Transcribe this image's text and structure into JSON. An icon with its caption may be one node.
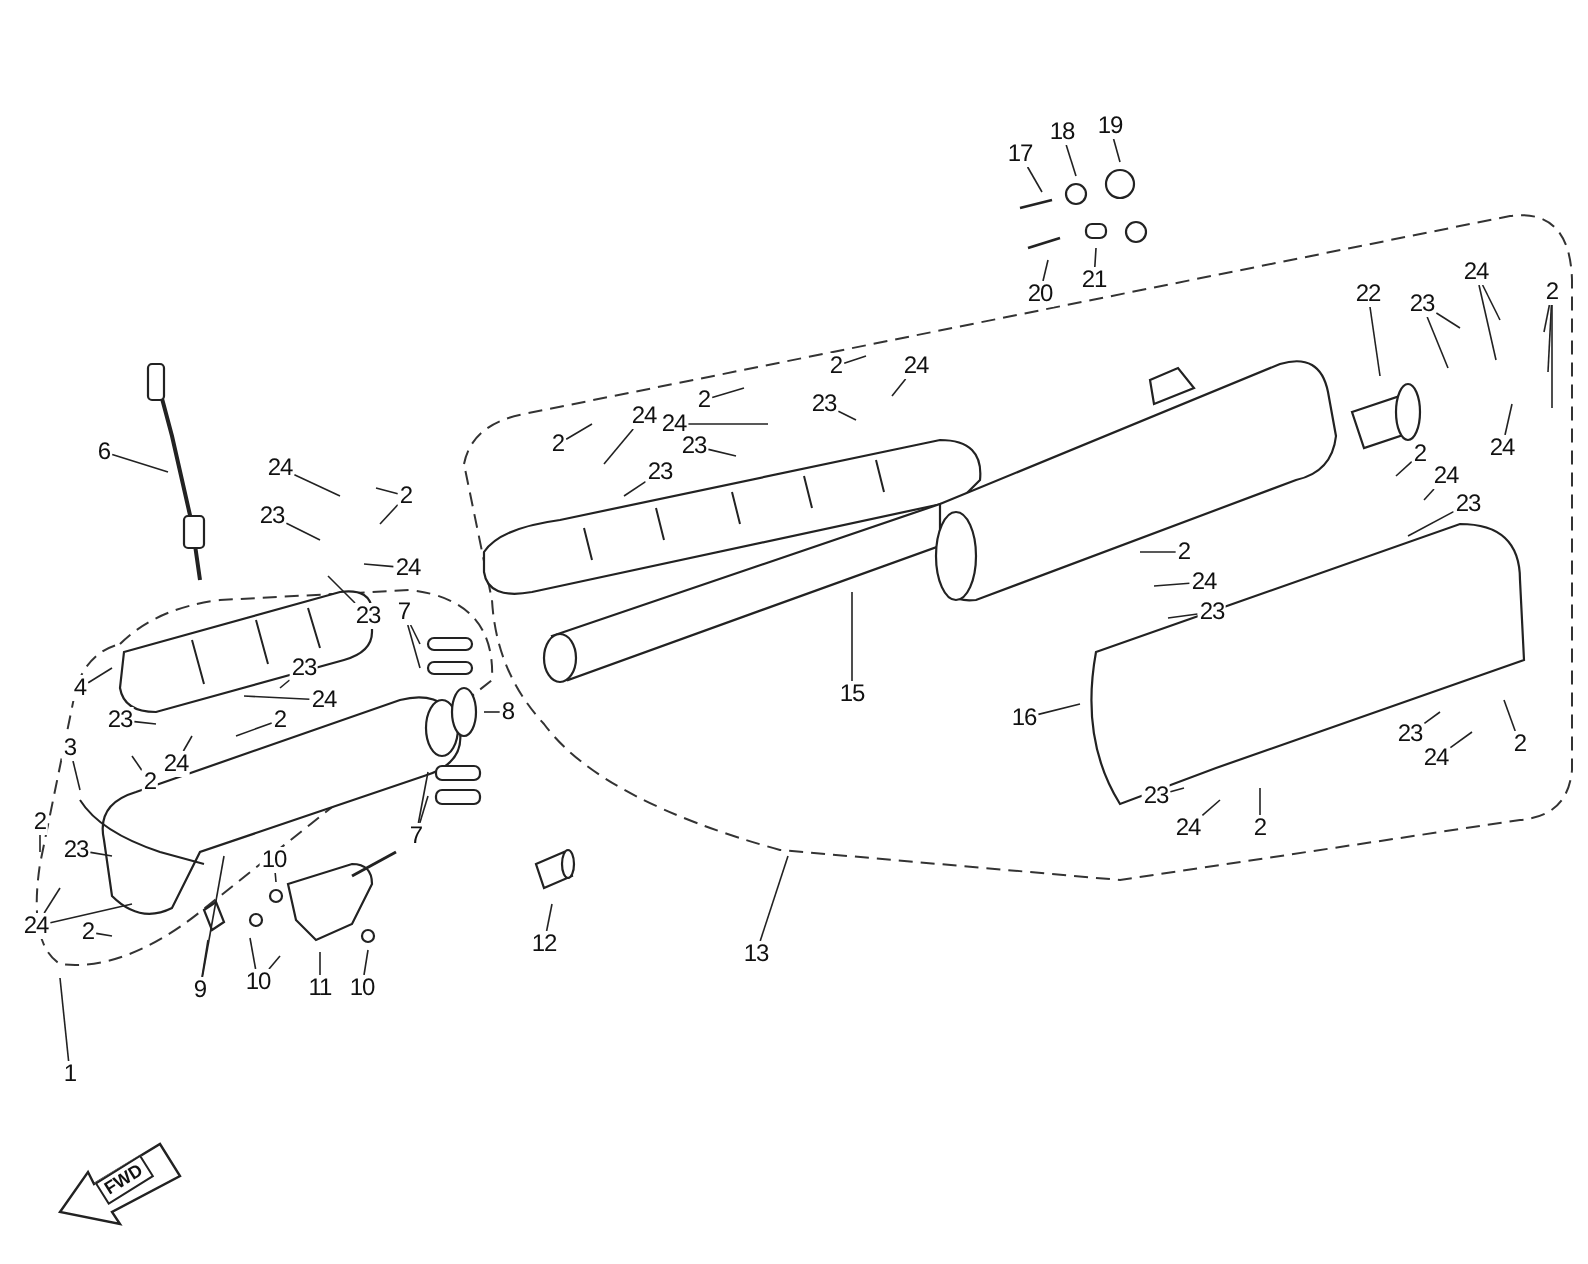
{
  "diagram": {
    "nodes": [
      {
        "text": [
          "17"
        ]
      },
      {
        "text": [
          "18"
        ]
      },
      {
        "text": [
          "19"
        ]
      },
      {
        "text": [
          "20"
        ]
      },
      {
        "text": [
          "21"
        ]
      },
      {
        "text": [
          "24"
        ]
      },
      {
        "text": [
          "2"
        ]
      },
      {
        "text": [
          "22"
        ]
      },
      {
        "text": [
          "23"
        ]
      },
      {
        "text": [
          "2"
        ]
      },
      {
        "text": [
          "24"
        ]
      },
      {
        "text": [
          "23"
        ]
      },
      {
        "text": [
          "2"
        ]
      },
      {
        "text": [
          "24"
        ]
      },
      {
        "text": [
          "23"
        ]
      },
      {
        "text": [
          "2"
        ]
      },
      {
        "text": [
          "24"
        ]
      },
      {
        "text": [
          "23"
        ]
      },
      {
        "text": [
          "6"
        ]
      },
      {
        "text": [
          "24"
        ]
      },
      {
        "text": [
          "2"
        ]
      },
      {
        "text": [
          "23"
        ]
      },
      {
        "text": [
          "24"
        ]
      },
      {
        "text": [
          "23"
        ]
      },
      {
        "text": [
          "2"
        ]
      },
      {
        "text": [
          "24"
        ]
      },
      {
        "text": [
          "23"
        ]
      },
      {
        "text": [
          "24"
        ]
      },
      {
        "text": [
          "2"
        ]
      },
      {
        "text": [
          "24"
        ]
      },
      {
        "text": [
          "23"
        ]
      },
      {
        "text": [
          "7"
        ]
      },
      {
        "text": [
          "4"
        ]
      },
      {
        "text": [
          "23"
        ]
      },
      {
        "text": [
          "8"
        ]
      },
      {
        "text": [
          "15"
        ]
      },
      {
        "text": [
          "16"
        ]
      },
      {
        "text": [
          "24"
        ]
      },
      {
        "text": [
          "2"
        ]
      },
      {
        "text": [
          "23"
        ]
      },
      {
        "text": [
          "23"
        ]
      },
      {
        "text": [
          "3"
        ]
      },
      {
        "text": [
          "24"
        ]
      },
      {
        "text": [
          "2"
        ]
      },
      {
        "text": [
          "24"
        ]
      },
      {
        "text": [
          "2"
        ]
      },
      {
        "text": [
          "23"
        ]
      },
      {
        "text": [
          "24"
        ]
      },
      {
        "text": [
          "2"
        ]
      },
      {
        "text": [
          "2"
        ]
      },
      {
        "text": [
          "7"
        ]
      },
      {
        "text": [
          "23"
        ]
      },
      {
        "text": [
          "10"
        ]
      },
      {
        "text": [
          "24"
        ]
      },
      {
        "text": [
          "2"
        ]
      },
      {
        "text": [
          "12"
        ]
      },
      {
        "text": [
          "13"
        ]
      },
      {
        "text": [
          "10"
        ]
      },
      {
        "text": [
          "9"
        ]
      },
      {
        "text": [
          "11"
        ]
      },
      {
        "text": [
          "10"
        ]
      },
      {
        "text": [
          "1"
        ]
      }
    ],
    "edges": [
      {
        "from": 0,
        "to": null,
        "arrow": "none"
      },
      {
        "from": 1,
        "to": null,
        "arrow": "none"
      },
      {
        "from": 2,
        "to": null,
        "arrow": "none"
      },
      {
        "from": 3,
        "to": null,
        "arrow": "none"
      },
      {
        "from": 4,
        "to": null,
        "arrow": "none"
      },
      {
        "from": 5,
        "to": null,
        "arrow": "none"
      },
      {
        "from": 5,
        "to": null,
        "arrow": "none"
      },
      {
        "from": 6,
        "to": null,
        "arrow": "none"
      },
      {
        "from": 6,
        "to": null,
        "arrow": "none"
      },
      {
        "from": 6,
        "to": null,
        "arrow": "none"
      },
      {
        "from": 7,
        "to": null,
        "arrow": "none"
      },
      {
        "from": 8,
        "to": null,
        "arrow": "none"
      },
      {
        "from": 8,
        "to": null,
        "arrow": "none"
      },
      {
        "from": 9,
        "to": null,
        "arrow": "none"
      },
      {
        "from": 10,
        "to": null,
        "arrow": "none"
      },
      {
        "from": 11,
        "to": null,
        "arrow": "none"
      },
      {
        "from": 12,
        "to": null,
        "arrow": "none"
      },
      {
        "from": 13,
        "to": null,
        "arrow": "none"
      },
      {
        "from": 14,
        "to": null,
        "arrow": "none"
      },
      {
        "from": 15,
        "to": null,
        "arrow": "none"
      },
      {
        "from": 16,
        "to": null,
        "arrow": "none"
      },
      {
        "from": 17,
        "to": null,
        "arrow": "none"
      },
      {
        "from": 18,
        "to": null,
        "arrow": "none"
      },
      {
        "from": 19,
        "to": null,
        "arrow": "none"
      },
      {
        "from": 20,
        "to": null,
        "arrow": "none"
      },
      {
        "from": 20,
        "to": null,
        "arrow": "none"
      },
      {
        "from": 21,
        "to": null,
        "arrow": "none"
      },
      {
        "from": 22,
        "to": null,
        "arrow": "none"
      },
      {
        "from": 23,
        "to": null,
        "arrow": "none"
      },
      {
        "from": 24,
        "to": null,
        "arrow": "none"
      },
      {
        "from": 25,
        "to": null,
        "arrow": "none"
      },
      {
        "from": 26,
        "to": null,
        "arrow": "none"
      },
      {
        "from": 27,
        "to": null,
        "arrow": "none"
      },
      {
        "from": 28,
        "to": null,
        "arrow": "none"
      },
      {
        "from": 29,
        "to": null,
        "arrow": "none"
      },
      {
        "from": 30,
        "to": null,
        "arrow": "none"
      },
      {
        "from": 31,
        "to": null,
        "arrow": "none"
      },
      {
        "from": 31,
        "to": null,
        "arrow": "none"
      },
      {
        "from": 32,
        "to": null,
        "arrow": "none"
      },
      {
        "from": 33,
        "to": null,
        "arrow": "none"
      },
      {
        "from": 34,
        "to": null,
        "arrow": "none"
      },
      {
        "from": 35,
        "to": null,
        "arrow": "none"
      },
      {
        "from": 36,
        "to": null,
        "arrow": "none"
      },
      {
        "from": 37,
        "to": null,
        "arrow": "none"
      },
      {
        "from": 38,
        "to": null,
        "arrow": "none"
      },
      {
        "from": 39,
        "to": null,
        "arrow": "none"
      },
      {
        "from": 40,
        "to": null,
        "arrow": "none"
      },
      {
        "from": 41,
        "to": null,
        "arrow": "none"
      },
      {
        "from": 42,
        "to": null,
        "arrow": "none"
      },
      {
        "from": 43,
        "to": null,
        "arrow": "none"
      },
      {
        "from": 44,
        "to": null,
        "arrow": "none"
      },
      {
        "from": 45,
        "to": null,
        "arrow": "none"
      },
      {
        "from": 46,
        "to": null,
        "arrow": "none"
      },
      {
        "from": 47,
        "to": null,
        "arrow": "none"
      },
      {
        "from": 48,
        "to": null,
        "arrow": "none"
      },
      {
        "from": 49,
        "to": null,
        "arrow": "none"
      },
      {
        "from": 50,
        "to": null,
        "arrow": "none"
      },
      {
        "from": 50,
        "to": null,
        "arrow": "none"
      },
      {
        "from": 51,
        "to": null,
        "arrow": "none"
      },
      {
        "from": 52,
        "to": null,
        "arrow": "none"
      },
      {
        "from": 53,
        "to": null,
        "arrow": "none"
      },
      {
        "from": 53,
        "to": null,
        "arrow": "none"
      },
      {
        "from": 54,
        "to": null,
        "arrow": "none"
      },
      {
        "from": 55,
        "to": null,
        "arrow": "none"
      },
      {
        "from": 56,
        "to": null,
        "arrow": "none"
      },
      {
        "from": 57,
        "to": null,
        "arrow": "none"
      },
      {
        "from": 57,
        "to": null,
        "arrow": "none"
      },
      {
        "from": 58,
        "to": null,
        "arrow": "none"
      },
      {
        "from": 58,
        "to": null,
        "arrow": "none"
      },
      {
        "from": 59,
        "to": null,
        "arrow": "none"
      },
      {
        "from": 60,
        "to": null,
        "arrow": "none"
      },
      {
        "from": 61,
        "to": null,
        "arrow": "none"
      }
    ],
    "labels": [
      "FWD"
    ]
  }
}
